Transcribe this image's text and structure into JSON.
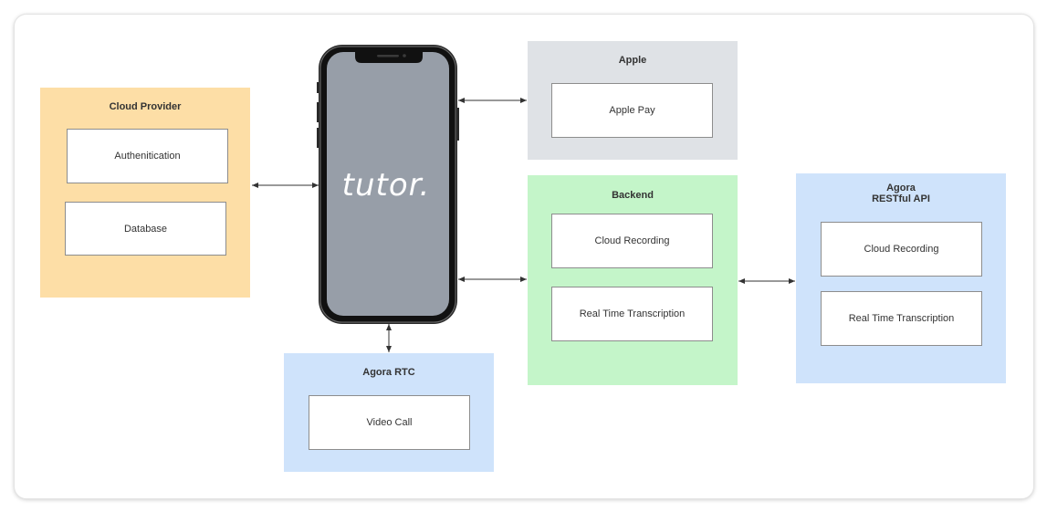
{
  "colors": {
    "cloud_provider": "#fddea6",
    "apple": "#dfe2e6",
    "backend": "#c4f5c9",
    "agora": "#cfe3fb",
    "phone_screen": "#979ea8",
    "phone_frame": "#1f1f1f",
    "arrow": "#333333"
  },
  "phone": {
    "logo_text": "tutor."
  },
  "groups": {
    "cloud_provider": {
      "title": "Cloud Provider",
      "items": [
        "Authenitication",
        "Database"
      ]
    },
    "apple": {
      "title": "Apple",
      "items": [
        "Apple Pay"
      ]
    },
    "backend": {
      "title": "Backend",
      "items": [
        "Cloud Recording",
        "Real Time Transcription"
      ]
    },
    "agora_api": {
      "title_line1": "Agora",
      "title_line2": "RESTful API",
      "items": [
        "Cloud Recording",
        "Real Time Transcription"
      ]
    },
    "agora_rtc": {
      "title": "Agora RTC",
      "items": [
        "Video Call"
      ]
    }
  }
}
